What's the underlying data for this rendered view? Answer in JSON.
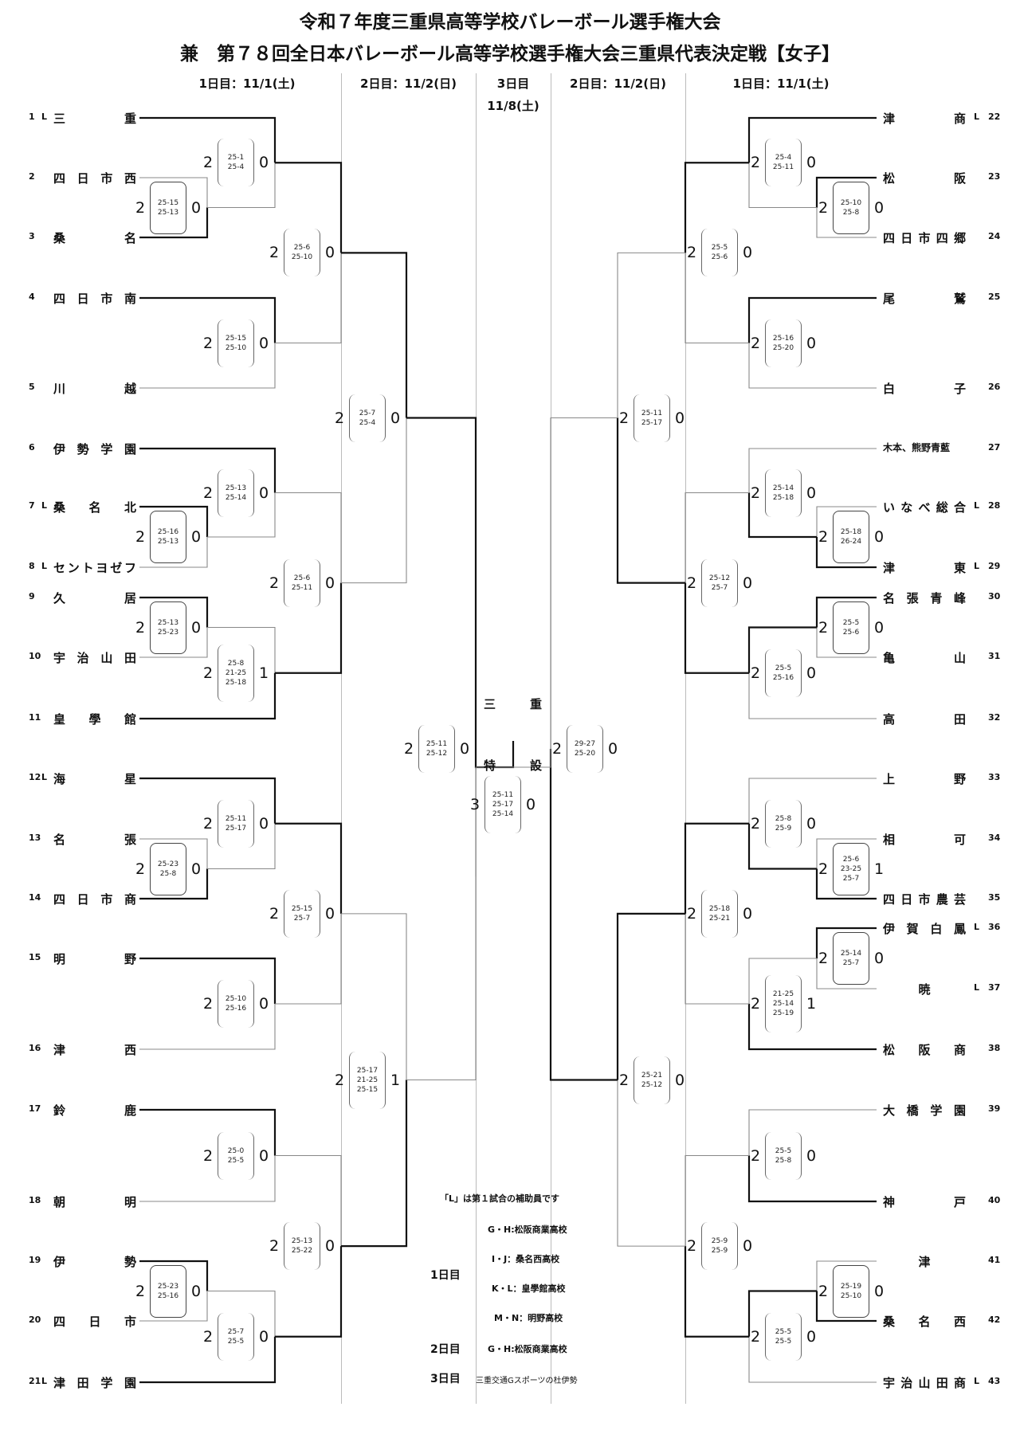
{
  "header": {
    "title_line1": "令和７年度三重県高等学校バレーボール選手権大会",
    "title_line2": "兼　第７８回全日本バレーボール高等学校選手権大会三重県代表決定戦【女子】",
    "day_headers": {
      "left_day1": "1日目：11/1(土)",
      "left_day2": "2日目：11/2(日)",
      "center_day3_line1": "3日目",
      "center_day3_line2": "11/8(土)",
      "right_day2": "2日目：11/2(日)",
      "right_day1": "1日目：11/1(土)"
    }
  },
  "teams_left": [
    {
      "no": "1",
      "l": "L",
      "name": [
        "三",
        "重"
      ]
    },
    {
      "no": "2",
      "l": "",
      "name": [
        "四",
        "日",
        "市",
        "西"
      ]
    },
    {
      "no": "3",
      "l": "",
      "name": [
        "桑",
        "名"
      ]
    },
    {
      "no": "4",
      "l": "",
      "name": [
        "四",
        "日",
        "市",
        "南"
      ]
    },
    {
      "no": "5",
      "l": "",
      "name": [
        "川",
        "越"
      ]
    },
    {
      "no": "6",
      "l": "",
      "name": [
        "伊",
        "勢",
        "学",
        "園"
      ]
    },
    {
      "no": "7",
      "l": "L",
      "name": [
        "桑",
        "名",
        "北"
      ]
    },
    {
      "no": "8",
      "l": "L",
      "name": [
        "セ",
        "ン",
        "ト",
        "ヨ",
        "ゼ",
        "フ"
      ]
    },
    {
      "no": "9",
      "l": "",
      "name": [
        "久",
        "居"
      ]
    },
    {
      "no": "10",
      "l": "",
      "name": [
        "宇",
        "治",
        "山",
        "田"
      ]
    },
    {
      "no": "11",
      "l": "",
      "name": [
        "皇",
        "學",
        "館"
      ]
    },
    {
      "no": "12",
      "l": "L",
      "name": [
        "海",
        "星"
      ]
    },
    {
      "no": "13",
      "l": "",
      "name": [
        "名",
        "張"
      ]
    },
    {
      "no": "14",
      "l": "",
      "name": [
        "四",
        "日",
        "市",
        "商"
      ]
    },
    {
      "no": "15",
      "l": "",
      "name": [
        "明",
        "野"
      ]
    },
    {
      "no": "16",
      "l": "",
      "name": [
        "津",
        "西"
      ]
    },
    {
      "no": "17",
      "l": "",
      "name": [
        "鈴",
        "鹿"
      ]
    },
    {
      "no": "18",
      "l": "",
      "name": [
        "朝",
        "明"
      ]
    },
    {
      "no": "19",
      "l": "",
      "name": [
        "伊",
        "勢"
      ]
    },
    {
      "no": "20",
      "l": "",
      "name": [
        "四",
        "日",
        "市"
      ]
    },
    {
      "no": "21",
      "l": "L",
      "name": [
        "津",
        "田",
        "学",
        "園"
      ]
    }
  ],
  "teams_right": [
    {
      "no": "22",
      "l": "L",
      "name": [
        "津",
        "商"
      ]
    },
    {
      "no": "23",
      "l": "",
      "name": [
        "松",
        "阪"
      ]
    },
    {
      "no": "24",
      "l": "",
      "name": [
        "四",
        "日",
        "市",
        "四",
        "郷"
      ]
    },
    {
      "no": "25",
      "l": "",
      "name": [
        "尾",
        "鷲"
      ]
    },
    {
      "no": "26",
      "l": "",
      "name": [
        "白",
        "子"
      ]
    },
    {
      "no": "27",
      "l": "",
      "name": [
        "木本、熊野青藍"
      ]
    },
    {
      "no": "28",
      "l": "L",
      "name": [
        "い",
        "な",
        "べ",
        "総",
        "合"
      ]
    },
    {
      "no": "29",
      "l": "L",
      "name": [
        "津",
        "東"
      ]
    },
    {
      "no": "30",
      "l": "",
      "name": [
        "名",
        "張",
        "青",
        "峰"
      ]
    },
    {
      "no": "31",
      "l": "",
      "name": [
        "亀",
        "山"
      ]
    },
    {
      "no": "32",
      "l": "",
      "name": [
        "高",
        "田"
      ]
    },
    {
      "no": "33",
      "l": "",
      "name": [
        "上",
        "野"
      ]
    },
    {
      "no": "34",
      "l": "",
      "name": [
        "相",
        "可"
      ]
    },
    {
      "no": "35",
      "l": "",
      "name": [
        "四",
        "日",
        "市",
        "農",
        "芸"
      ]
    },
    {
      "no": "36",
      "l": "L",
      "name": [
        "伊",
        "賀",
        "白",
        "鳳"
      ]
    },
    {
      "no": "37",
      "l": "L",
      "name": [
        "暁"
      ]
    },
    {
      "no": "38",
      "l": "",
      "name": [
        "松",
        "阪",
        "商"
      ]
    },
    {
      "no": "39",
      "l": "",
      "name": [
        "大",
        "橋",
        "学",
        "園"
      ]
    },
    {
      "no": "40",
      "l": "",
      "name": [
        "神",
        "戸"
      ]
    },
    {
      "no": "41",
      "l": "",
      "name": [
        "津"
      ]
    },
    {
      "no": "42",
      "l": "",
      "name": [
        "桑",
        "名",
        "西"
      ]
    },
    {
      "no": "43",
      "l": "L",
      "name": [
        "宇",
        "治",
        "山",
        "田",
        "商"
      ]
    }
  ],
  "matches": [
    {
      "id": "L-2v3",
      "w": "2",
      "sets": [
        "25-15",
        "25-13"
      ],
      "l": "0"
    },
    {
      "id": "L-1v23",
      "w": "2",
      "sets": [
        "25-1",
        "25-4"
      ],
      "l": "0"
    },
    {
      "id": "L-4v5",
      "w": "2",
      "sets": [
        "25-15",
        "25-10"
      ],
      "l": "0"
    },
    {
      "id": "L-7v8",
      "w": "2",
      "sets": [
        "25-16",
        "25-13"
      ],
      "l": "0"
    },
    {
      "id": "L-6v78",
      "w": "2",
      "sets": [
        "25-13",
        "25-14"
      ],
      "l": "0"
    },
    {
      "id": "L-9v10",
      "w": "2",
      "sets": [
        "25-13",
        "25-23"
      ],
      "l": "0"
    },
    {
      "id": "L-910v11",
      "w": "2",
      "sets": [
        "25-8",
        "21-25",
        "25-18"
      ],
      "l": "1"
    },
    {
      "id": "L-13v14",
      "w": "2",
      "sets": [
        "25-23",
        "25-8"
      ],
      "l": "0"
    },
    {
      "id": "L-12v1314",
      "w": "2",
      "sets": [
        "25-11",
        "25-17"
      ],
      "l": "0"
    },
    {
      "id": "L-15v16",
      "w": "2",
      "sets": [
        "25-10",
        "25-16"
      ],
      "l": "0"
    },
    {
      "id": "L-17v18",
      "w": "2",
      "sets": [
        "25-0",
        "25-5"
      ],
      "l": "0"
    },
    {
      "id": "L-19v20",
      "w": "2",
      "sets": [
        "25-23",
        "25-16"
      ],
      "l": "0"
    },
    {
      "id": "L-1920v21",
      "w": "2",
      "sets": [
        "25-7",
        "25-5"
      ],
      "l": "0"
    },
    {
      "id": "L-R2a",
      "w": "2",
      "sets": [
        "25-6",
        "25-10"
      ],
      "l": "0"
    },
    {
      "id": "L-R2b",
      "w": "2",
      "sets": [
        "25-6",
        "25-11"
      ],
      "l": "0"
    },
    {
      "id": "L-R2c",
      "w": "2",
      "sets": [
        "25-15",
        "25-7"
      ],
      "l": "0"
    },
    {
      "id": "L-R2d",
      "w": "2",
      "sets": [
        "25-13",
        "25-22"
      ],
      "l": "0"
    },
    {
      "id": "L-QF1",
      "w": "2",
      "sets": [
        "25-7",
        "25-4"
      ],
      "l": "0"
    },
    {
      "id": "L-QF2",
      "w": "2",
      "sets": [
        "25-17",
        "21-25",
        "25-15"
      ],
      "l": "1"
    },
    {
      "id": "L-SF",
      "w": "2",
      "sets": [
        "25-11",
        "25-12"
      ],
      "l": "0"
    },
    {
      "id": "R-23v24",
      "w": "2",
      "sets": [
        "25-10",
        "25-8"
      ],
      "l": "0"
    },
    {
      "id": "R-22v2324",
      "w": "2",
      "sets": [
        "25-4",
        "25-11"
      ],
      "l": "0"
    },
    {
      "id": "R-25v26",
      "w": "2",
      "sets": [
        "25-16",
        "25-20"
      ],
      "l": "0"
    },
    {
      "id": "R-28v29",
      "w": "2",
      "sets": [
        "25-18",
        "26-24"
      ],
      "l": "0"
    },
    {
      "id": "R-27v2829",
      "w": "2",
      "sets": [
        "25-14",
        "25-18"
      ],
      "l": "0"
    },
    {
      "id": "R-30v31",
      "w": "2",
      "sets": [
        "25-5",
        "25-6"
      ],
      "l": "0"
    },
    {
      "id": "R-3031v32",
      "w": "2",
      "sets": [
        "25-5",
        "25-16"
      ],
      "l": "0"
    },
    {
      "id": "R-34v35",
      "w": "2",
      "sets": [
        "25-6",
        "23-25",
        "25-7"
      ],
      "l": "1"
    },
    {
      "id": "R-33v3435",
      "w": "2",
      "sets": [
        "25-8",
        "25-9"
      ],
      "l": "0"
    },
    {
      "id": "R-36v37",
      "w": "2",
      "sets": [
        "25-14",
        "25-7"
      ],
      "l": "0"
    },
    {
      "id": "R-3637v38",
      "w": "2",
      "sets": [
        "21-25",
        "25-14",
        "25-19"
      ],
      "l": "1"
    },
    {
      "id": "R-39v40",
      "w": "2",
      "sets": [
        "25-5",
        "25-8"
      ],
      "l": "0"
    },
    {
      "id": "R-41v42",
      "w": "2",
      "sets": [
        "25-19",
        "25-10"
      ],
      "l": "0"
    },
    {
      "id": "R-4142v43",
      "w": "2",
      "sets": [
        "25-5",
        "25-5"
      ],
      "l": "0"
    },
    {
      "id": "R-R2a",
      "w": "2",
      "sets": [
        "25-5",
        "25-6"
      ],
      "l": "0"
    },
    {
      "id": "R-R2b",
      "w": "2",
      "sets": [
        "25-12",
        "25-7"
      ],
      "l": "0"
    },
    {
      "id": "R-R2c",
      "w": "2",
      "sets": [
        "25-18",
        "25-21"
      ],
      "l": "0"
    },
    {
      "id": "R-R2d",
      "w": "2",
      "sets": [
        "25-9",
        "25-9"
      ],
      "l": "0"
    },
    {
      "id": "R-QF1",
      "w": "2",
      "sets": [
        "25-11",
        "25-17"
      ],
      "l": "0"
    },
    {
      "id": "R-QF2",
      "w": "2",
      "sets": [
        "25-21",
        "25-12"
      ],
      "l": "0"
    },
    {
      "id": "R-SF",
      "w": "2",
      "sets": [
        "29-27",
        "25-20"
      ],
      "l": "0"
    },
    {
      "id": "FINAL",
      "w": "3",
      "sets": [
        "25-11",
        "25-17",
        "25-14"
      ],
      "l": "0"
    }
  ],
  "center": {
    "champion_left": "三",
    "champion_right": "重",
    "runnerup_left": "特",
    "runnerup_right": "設"
  },
  "legend": {
    "note": "「L」は第１試合の補助員です",
    "day1_label": "1日目",
    "day1_items": [
      "G・H:松阪商業高校",
      "I・J：桑名西高校",
      "K・L：皇學館高校",
      "M・N：明野高校"
    ],
    "day2_label": "2日目",
    "day2_item": "G・H:松阪商業高校",
    "day3_label": "3日目",
    "day3_item": "三重交通Gスポーツの杜伊勢"
  }
}
